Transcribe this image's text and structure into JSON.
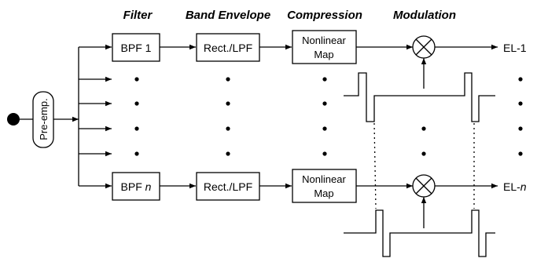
{
  "headers": {
    "filter": "Filter",
    "band_envelope": "Band Envelope",
    "compression": "Compression",
    "modulation": "Modulation"
  },
  "preemphasis": {
    "label": "Pre-emp."
  },
  "channel_1": {
    "filter_label": "BPF 1",
    "envelope_label": "Rect./LPF",
    "compression_line1": "Nonlinear",
    "compression_line2": "Map",
    "output_label": "EL-1"
  },
  "channel_n": {
    "filter_prefix": "BPF ",
    "filter_index": "n",
    "envelope_label": "Rect./LPF",
    "compression_line1": "Nonlinear",
    "compression_line2": "Map",
    "output_prefix": "EL-",
    "output_index": "n"
  }
}
